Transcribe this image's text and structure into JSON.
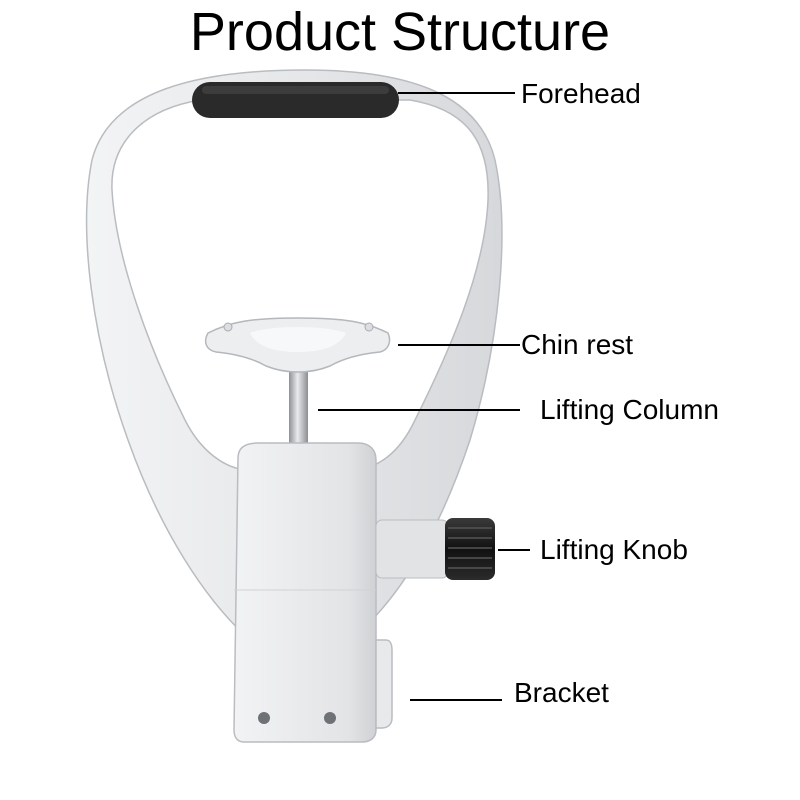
{
  "title": "Product Structure",
  "labels": {
    "forehead": "Forehead",
    "chin_rest": "Chin rest",
    "lifting_column": "Lifting Column",
    "lifting_knob": "Lifting Knob",
    "bracket": "Bracket"
  },
  "colors": {
    "body": "#e4e5e7",
    "body_edge": "#b9bcc0",
    "pad": "#2a2a2a",
    "knob": "#1c1c1c",
    "column": "#a8aaad",
    "line": "#000000"
  }
}
